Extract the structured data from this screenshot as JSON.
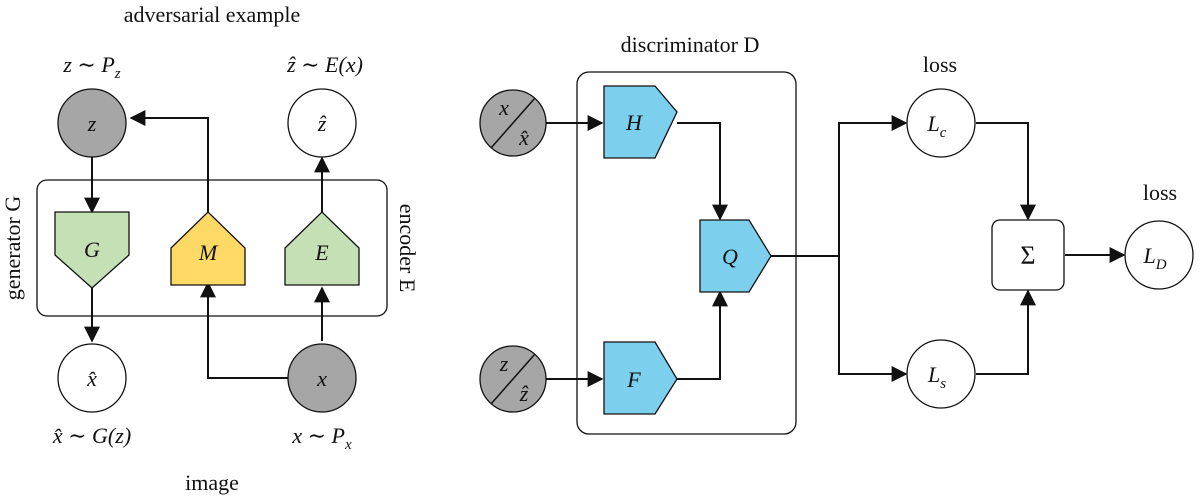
{
  "title": "adversarial example",
  "image_label": "image",
  "generator_label": "generator G",
  "encoder_label": "encoder E",
  "discriminator_label": "discriminator D",
  "loss_label": "loss",
  "eq_z": "z ∼ P",
  "eq_z_sub": "z",
  "eq_zhat": "ẑ ∼ E(x)",
  "eq_xhat": "x̂ ∼ G(z)",
  "eq_x": "x ∼ P",
  "eq_x_sub": "x",
  "nodes": {
    "z": "z",
    "zhat": "ẑ",
    "xhat": "x̂",
    "x": "x",
    "G": "G",
    "M": "M",
    "E": "E",
    "H": "H",
    "F": "F",
    "Q": "Q",
    "sigma": "Σ",
    "in_top_a": "x",
    "in_top_b": "x̂",
    "in_bot_a": "z",
    "in_bot_b": "ẑ",
    "Lc": "L",
    "Lc_sub": "c",
    "Ls": "L",
    "Ls_sub": "s",
    "LD": "L",
    "LD_sub": "D"
  },
  "colors": {
    "gray_node": "#a6a6a6",
    "green_block": "#c5e0b4",
    "yellow_block": "#ffd966",
    "blue_block": "#7dcfee"
  }
}
